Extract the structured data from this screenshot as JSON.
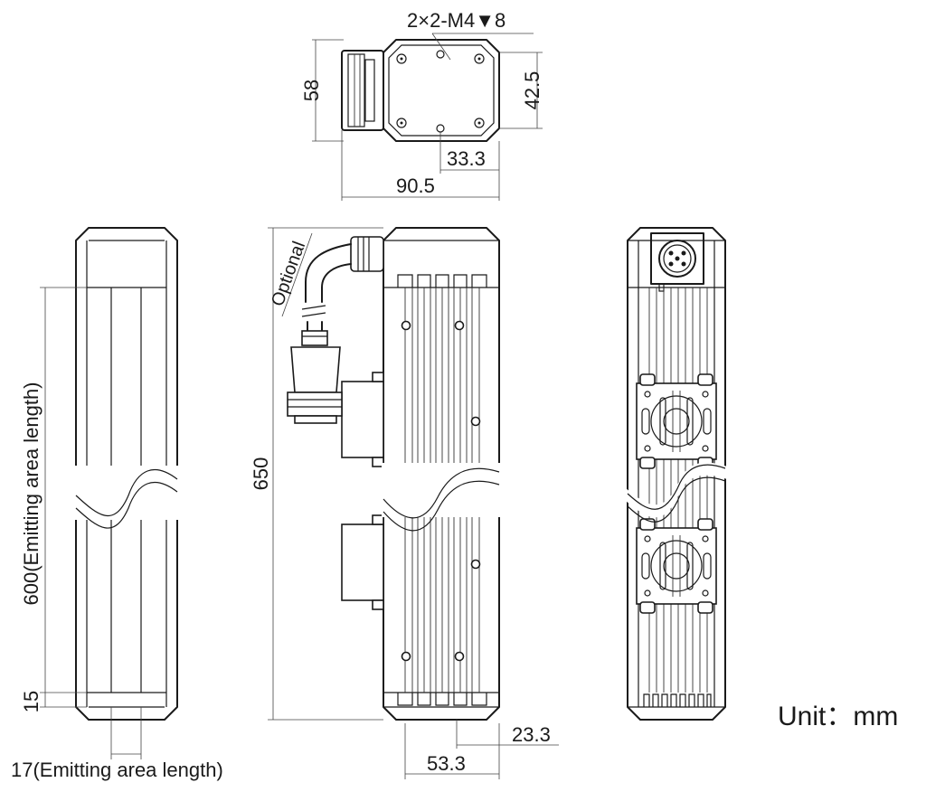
{
  "dimensions": {
    "thread_spec": "2×2-M4▼8",
    "top_height": "58",
    "top_inner_height": "42.5",
    "top_half_width": "33.3",
    "top_width": "90.5",
    "emitting_length": "600(Emitting area length)",
    "end_offset": "15",
    "emitting_width": "17(Emitting area length)",
    "total_length": "650",
    "side_offset": "23.3",
    "side_width": "53.3"
  },
  "labels": {
    "optional": "Optional",
    "unit": "Unit：mm"
  }
}
